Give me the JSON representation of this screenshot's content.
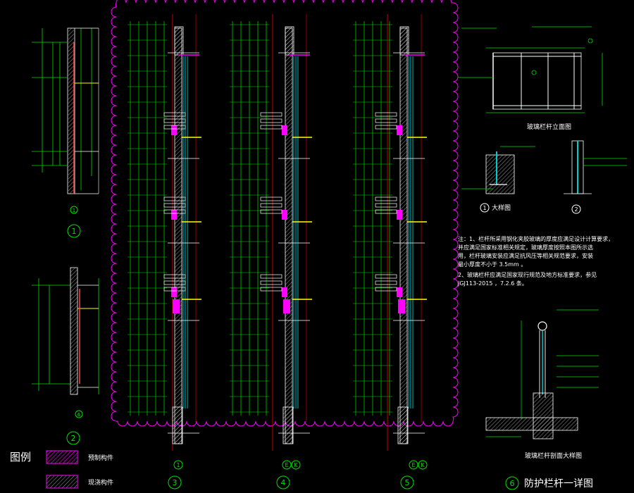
{
  "colors": {
    "background": "#000000",
    "dimension": "#00e000",
    "wall_line": "#ffffff",
    "glass": "#00cccc",
    "axis": "#cc0000",
    "highlight": "#ff00ff",
    "beam": "#ffff00",
    "cloud": "#ff00ff",
    "note_text": "#ffffff",
    "detail_circle": "#00e000"
  },
  "section_markers": [
    {
      "id": "sec-1",
      "label": "1"
    },
    {
      "id": "sec-2",
      "label": "2"
    },
    {
      "id": "sec-3",
      "label": "3"
    },
    {
      "id": "sec-4",
      "label": "4"
    },
    {
      "id": "sec-5",
      "label": "5"
    },
    {
      "id": "sec-6",
      "label": "6",
      "title": "防护栏杆一详图"
    }
  ],
  "axis_markers": [
    {
      "id": "axis-a",
      "label": "1"
    },
    {
      "id": "axis-b",
      "label": "E"
    },
    {
      "id": "axis-c",
      "label": "K"
    },
    {
      "id": "axis-d",
      "label": "E"
    },
    {
      "id": "axis-e",
      "label": "K"
    }
  ],
  "small_markers": [
    {
      "id": "sm-1",
      "label": "1"
    },
    {
      "id": "sm-6",
      "label": "6"
    }
  ],
  "detail_labels": {
    "railing_elevation": "玻璃栏杆立面图",
    "railing_section": "玻璃栏杆剖面大样图",
    "detail_1_title": "大样图",
    "detail_1_num": "1",
    "detail_2_num": "2"
  },
  "notes": [
    "注：1、栏杆所采用钢化夹胶玻璃的厚度应满足设计计算要求，",
    "   并应满足国家标准相关规定，玻璃厚度按照本图所示选",
    "   用，栏杆玻璃安装应满足抗风压等相关规范要求，安装",
    "   最小厚度不小于  3.5mm  。",
    "2、玻璃栏杆应满足国家现行规范及地方标准要求，参见",
    "   JGJ113-2015  ，7.2.6  条。"
  ],
  "legend": {
    "title": "图例",
    "items": [
      {
        "label": "预制构件"
      },
      {
        "label": "现浇构件"
      }
    ]
  }
}
